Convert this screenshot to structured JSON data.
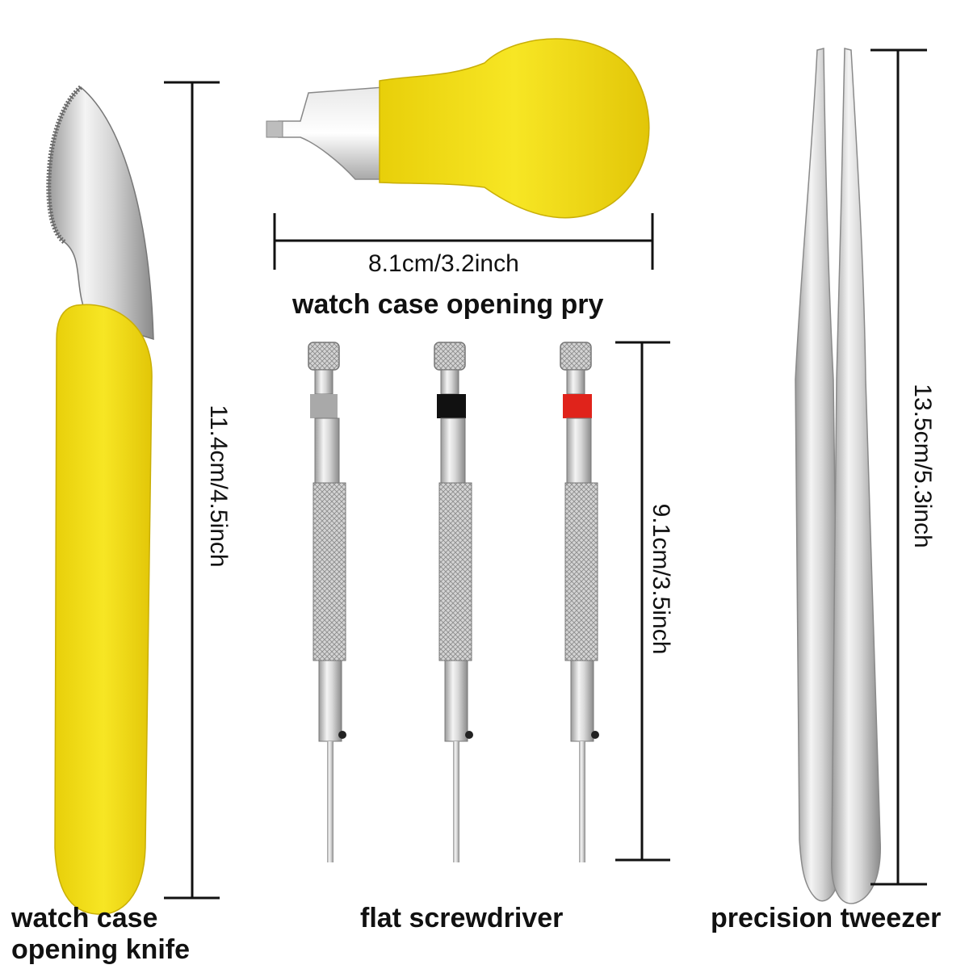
{
  "colors": {
    "handle_yellow": "#f5e21b",
    "handle_shade": "#e3c80a",
    "steel_light": "#f2f2f2",
    "steel_mid": "#c9c9c9",
    "steel_dark": "#8a8a8a",
    "line": "#111111",
    "band_gray": "#a9a9a9",
    "band_black": "#111111",
    "band_red": "#e0231b"
  },
  "tools": {
    "knife": {
      "label_line1": "watch case",
      "label_line2": "opening knife",
      "measure": "11.4cm/4.5inch"
    },
    "pry": {
      "label": "watch case opening pry",
      "measure": "8.1cm/3.2inch"
    },
    "screwdriver": {
      "label": "flat screwdriver",
      "measure": "9.1cm/3.5inch"
    },
    "tweezer": {
      "label": "precision tweezer",
      "measure": "13.5cm/5.3inch"
    }
  }
}
